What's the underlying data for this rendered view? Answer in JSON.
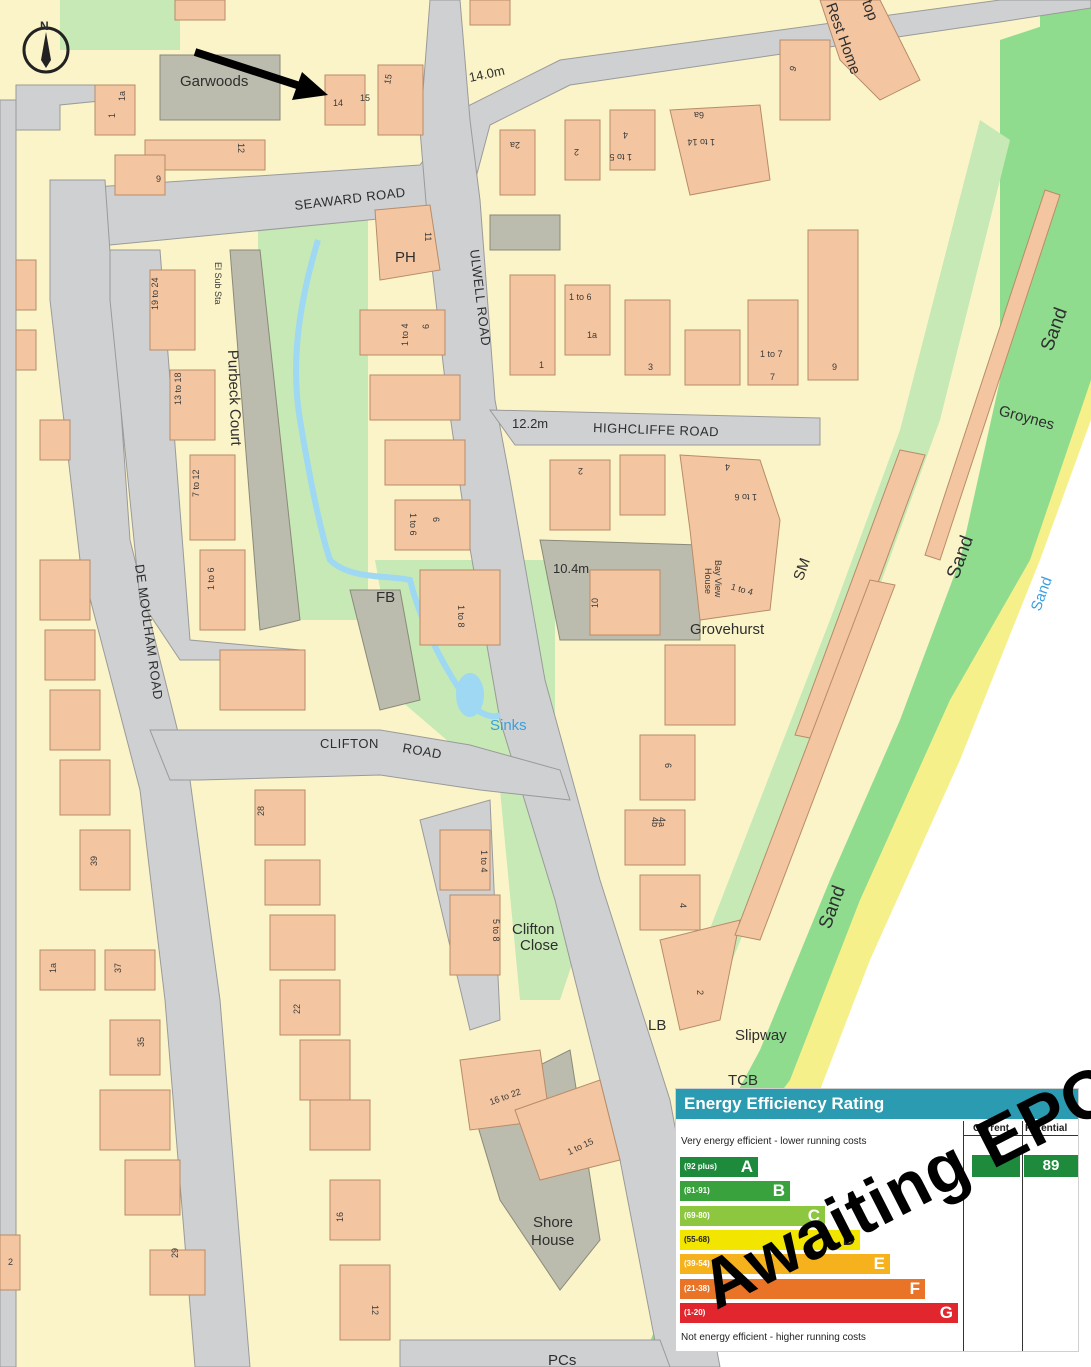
{
  "map": {
    "colors": {
      "land": "#fbf4c8",
      "road": "#cfd0d2",
      "building": "#f3c6a1",
      "green": "#c6e9b6",
      "sand_green": "#8fdc8f",
      "beach": "#f6f08a",
      "water": "#9fd8f2",
      "shaded": "#bcbcae"
    },
    "road_labels": {
      "seaward": "SEAWARD ROAD",
      "ulwell": "ULWELL ROAD",
      "highcliffe": "HIGHCLIFFE ROAD",
      "clifton_1": "CLIFTON",
      "clifton_2": "ROAD",
      "de_moulham": "DE MOULHAM ROAD"
    },
    "places": {
      "garwoods": "Garwoods",
      "purbeck": "Purbeck Court",
      "el_sub": "El Sub Sta",
      "ph": "PH",
      "fb": "FB",
      "sinks": "Sinks",
      "grovehurst": "Grovehurst",
      "bay_view": "Bay View",
      "bay_house": "House",
      "clifton_close_1": "Clifton",
      "clifton_close_2": "Close",
      "shore_1": "Shore",
      "shore_2": "House",
      "slipway": "Slipway",
      "lb": "LB",
      "tcb": "TCB",
      "sm": "SM",
      "groynes": "Groynes",
      "rest_home": "Rest Home",
      "pcs": "PCs",
      "top": "top"
    },
    "heights": {
      "h1": "14.0m",
      "h2": "12.2m",
      "h3": "10.4m"
    },
    "sand": {
      "s1": "Sand",
      "s2": "Sand",
      "s3": "Sand",
      "s_water": "Sand"
    },
    "numbers": {
      "n14": "14",
      "n15a": "15",
      "n15b": "15",
      "n1a": "1",
      "n1ab": "1a",
      "n9": "9",
      "n12": "12",
      "n2a": "2a",
      "n2": "2",
      "n1to5": "1 to 5",
      "n4": "4",
      "n1to14": "1 to 14",
      "n6a": "6a",
      "n9b": "9",
      "n11": "11",
      "n19to24": "19 to 24",
      "n13to18": "13 to 18",
      "n7to12": "7 to 12",
      "n1to6": "1 to 6",
      "n1to4": "1 to 4",
      "n6": "6",
      "n1to6b": "1 to 6",
      "n1a2": "1a",
      "n1": "1",
      "n3": "3",
      "n1to7": "1 to 7",
      "n7": "7",
      "n9c": "9",
      "n2b": "2",
      "n1to6c": "1 to 6",
      "n4b": "4",
      "n1to8": "1 to 8",
      "n1to6d": "1 to 6",
      "n10": "10",
      "n1to4b": "1 to 4",
      "n6b": "6",
      "n4a": "4a",
      "n4bb": "4b",
      "n4c": "4",
      "n2c": "2",
      "n28": "28",
      "n39": "39",
      "n1to4c": "1 to 4",
      "n5to8": "5 to 8",
      "n22": "22",
      "n1ac": "1a",
      "n37": "37",
      "n35": "35",
      "n16to22": "16 to 22",
      "n1to15": "1 to 15",
      "n16": "16",
      "n12b": "12",
      "n29": "29",
      "n2d": "2"
    },
    "north_symbol": "N"
  },
  "epc": {
    "title": "Energy Efficiency Rating",
    "current_label": "Current",
    "potential_label": "Potential",
    "top_note": "Very energy efficient - lower running costs",
    "bottom_note": "Not energy efficient - higher running costs",
    "potential_value": "89",
    "stamp": "Awaiting EPC",
    "bands": [
      {
        "range": "(92 plus)",
        "letter": "A",
        "color": "#1d8a3c"
      },
      {
        "range": "(81-91)",
        "letter": "B",
        "color": "#3aa23c"
      },
      {
        "range": "(69-80)",
        "letter": "C",
        "color": "#8dc63f"
      },
      {
        "range": "(55-68)",
        "letter": "D",
        "color": "#f2e600"
      },
      {
        "range": "(39-54)",
        "letter": "E",
        "color": "#f5b21d"
      },
      {
        "range": "(21-38)",
        "letter": "F",
        "color": "#e97427"
      },
      {
        "range": "(1-20)",
        "letter": "G",
        "color": "#e2262e"
      }
    ]
  }
}
